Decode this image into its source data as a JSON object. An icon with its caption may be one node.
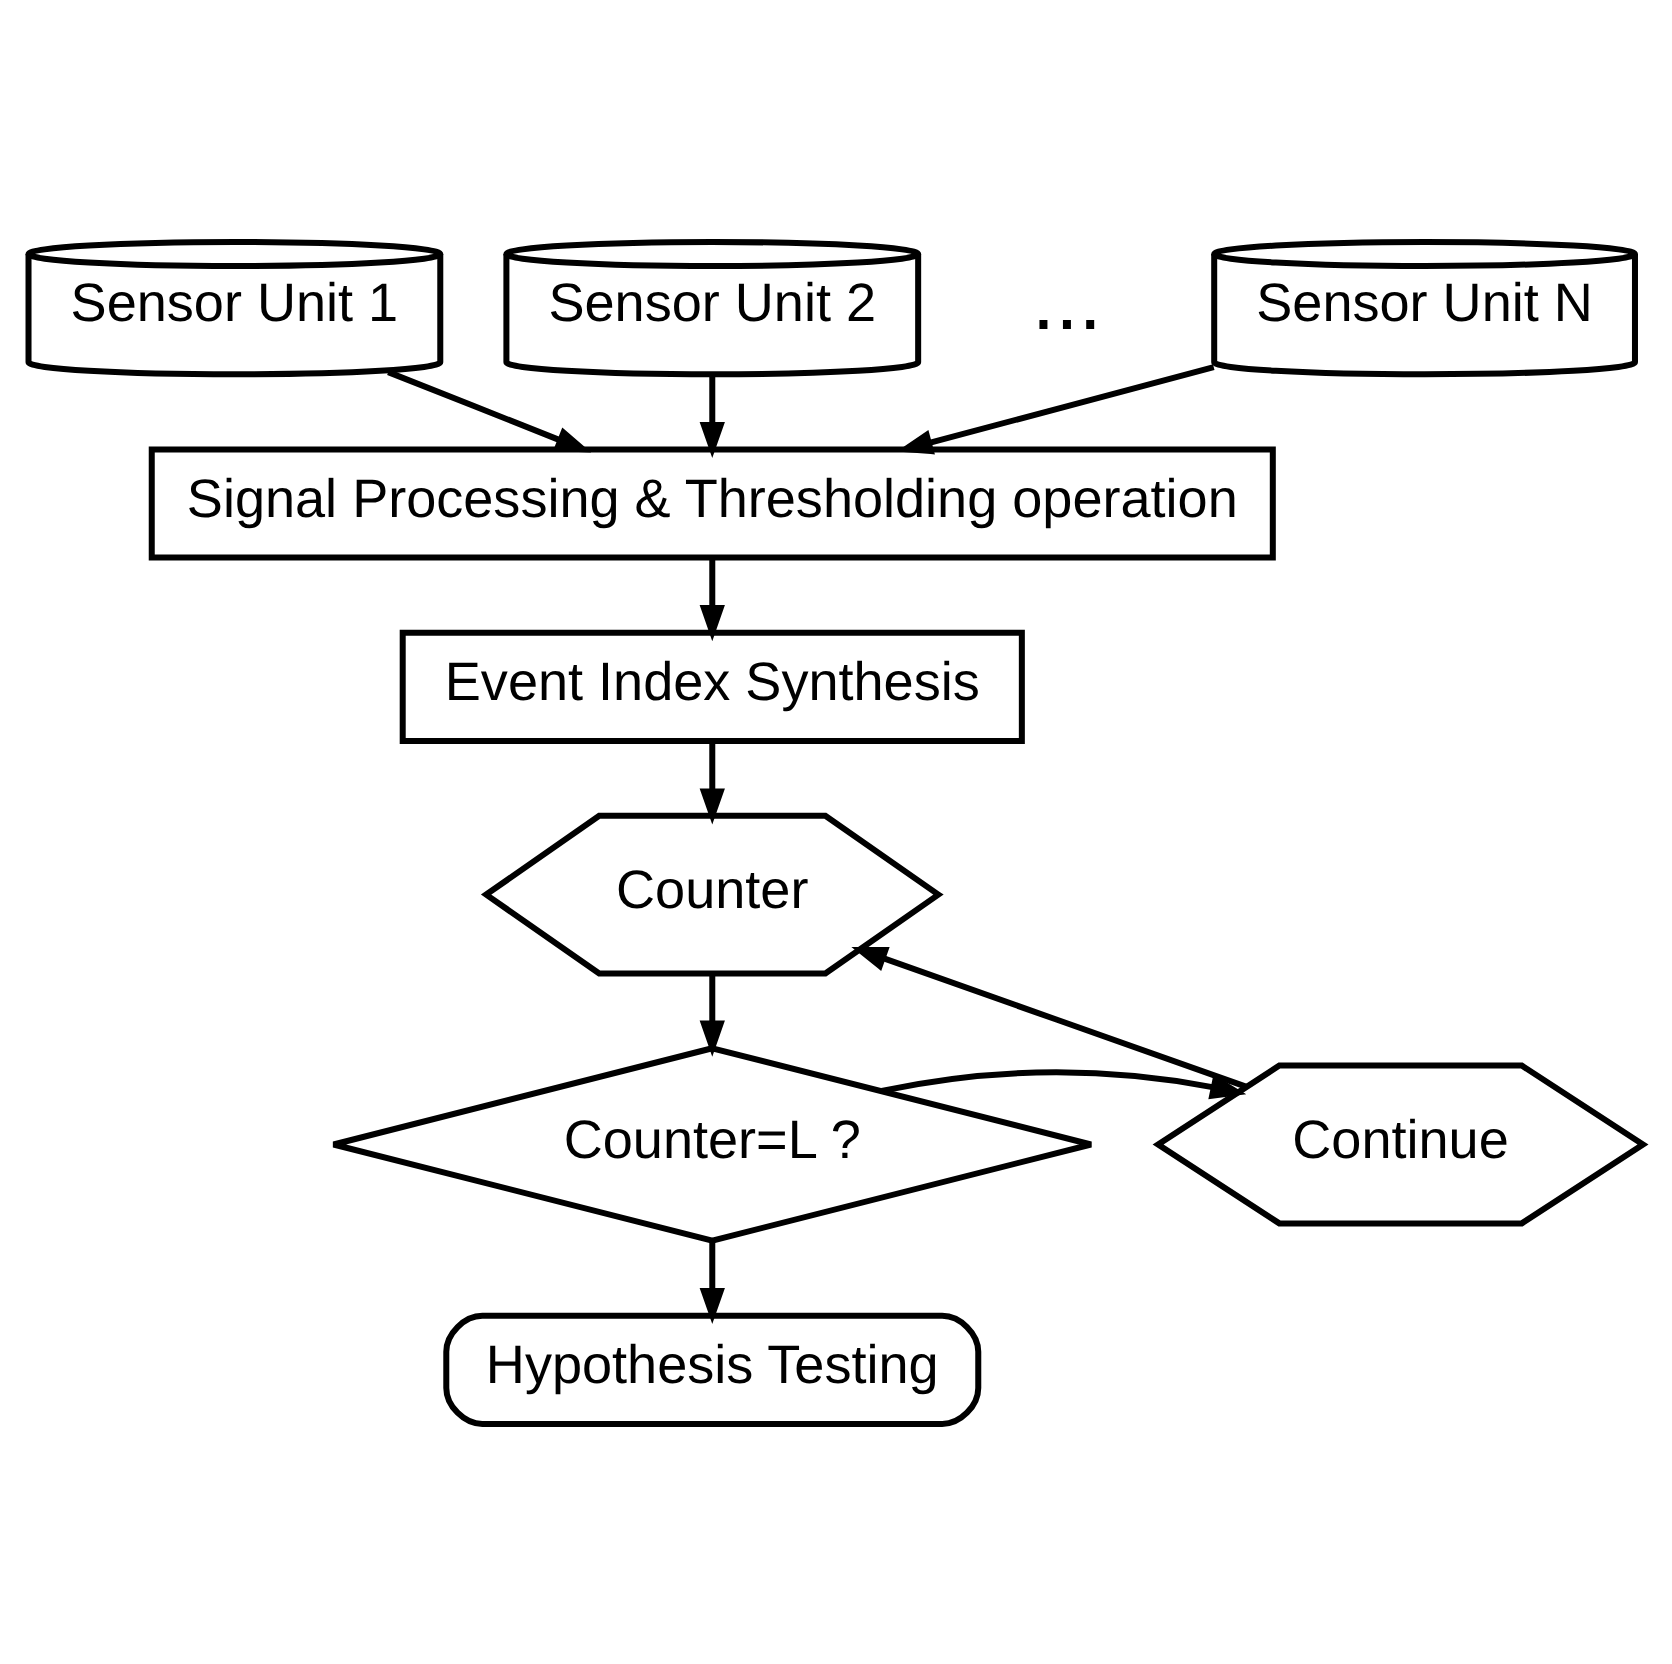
{
  "diagram": {
    "nodes": [
      {
        "text": [
          "Sensor Unit 1"
        ]
      },
      {
        "text": [
          "Sensor Unit 2"
        ]
      },
      {
        "text": [
          "Sensor Unit N"
        ]
      },
      {
        "text": [
          "Signal Processing & Thresholding operation"
        ]
      },
      {
        "text": [
          "Event Index Synthesis"
        ]
      },
      {
        "text": [
          "Counter"
        ]
      },
      {
        "text": [
          "Counter=L ?"
        ]
      },
      {
        "text": [
          "Continue"
        ]
      },
      {
        "text": [
          "Hypothesis Testing"
        ]
      }
    ],
    "edges": [
      {
        "from": 0,
        "to": 3,
        "arrow": "to"
      },
      {
        "from": 1,
        "to": 3,
        "arrow": "to"
      },
      {
        "from": 2,
        "to": 3,
        "arrow": "to"
      },
      {
        "from": 3,
        "to": 4,
        "arrow": "to"
      },
      {
        "from": 4,
        "to": 5,
        "arrow": "to"
      },
      {
        "from": 5,
        "to": 6,
        "arrow": "to"
      },
      {
        "from": 6,
        "to": 7,
        "arrow": "to"
      },
      {
        "from": 7,
        "to": 5,
        "arrow": "to"
      },
      {
        "from": 6,
        "to": 8,
        "arrow": "to"
      }
    ],
    "labels": [
      "..."
    ]
  }
}
